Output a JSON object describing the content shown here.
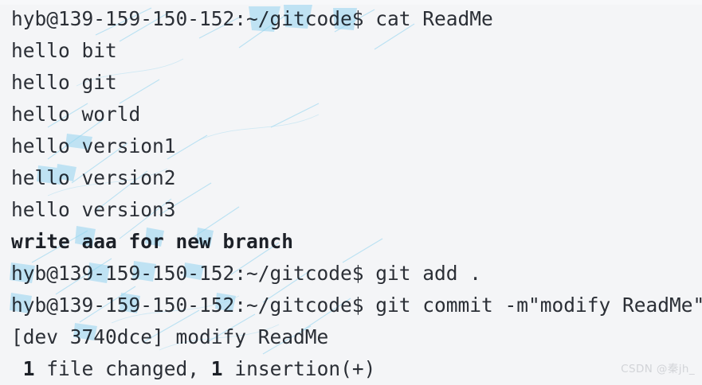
{
  "terminal": {
    "background_color": "#f4f5f7",
    "text_color": "#2b2f36",
    "prompt": "hyb@139-159-150-152:~/gitcode$",
    "lines": [
      {
        "text": "hyb@139-159-150-152:~/gitcode$ cat ReadMe",
        "bold": false
      },
      {
        "text": "hello bit",
        "bold": false
      },
      {
        "text": "hello git",
        "bold": false
      },
      {
        "text": "hello world",
        "bold": false
      },
      {
        "text": "hello version1",
        "bold": false
      },
      {
        "text": "hello version2",
        "bold": false
      },
      {
        "text": "hello version3",
        "bold": false
      },
      {
        "text": "write aaa for new branch",
        "bold": true
      },
      {
        "text": "hyb@139-159-150-152:~/gitcode$ git add .",
        "bold": false
      },
      {
        "text": "hyb@139-159-150-152:~/gitcode$ git commit -m\"modify ReadMe\"",
        "bold": false
      },
      {
        "text": "[dev 3740dce] modify ReadMe",
        "bold": false
      },
      {
        "text": " 1 file changed, 1 insertion(+)",
        "bold": false
      }
    ],
    "commands": [
      "cat ReadMe",
      "git add .",
      "git commit -m\"modify ReadMe\""
    ],
    "commit": {
      "branch": "dev",
      "hash": "3740dce",
      "message": "modify ReadMe",
      "stat": " 1 file changed, 1 insertion(+)",
      "files_changed": "1",
      "insertions": "1"
    }
  },
  "watermark": {
    "text": "CSDN @秦jh_",
    "color": "#d2d4d8",
    "scribble_color": "#7fd4f5"
  }
}
